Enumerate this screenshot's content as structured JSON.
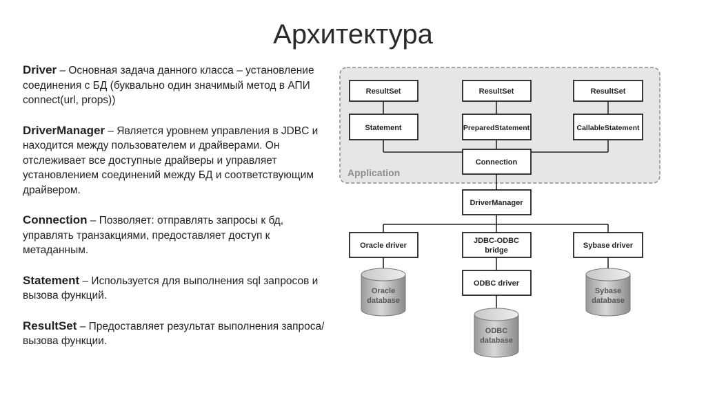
{
  "title": "Архитектура",
  "descriptions": [
    {
      "term": "Driver",
      "sep": " – ",
      "text": "Основная задача данного класса – установление соединения с БД (буквально один значимый метод в АПИ connect(url, props))"
    },
    {
      "term": "DriverManager",
      "sep": "  – ",
      "text": "Является уровнем управления в JDBC и находится между пользователем и драйверами. Он отслеживает все доступные драйверы и управляет установлением соединений между БД и соответствующим драйвером."
    },
    {
      "term": "Connection",
      "sep": " – ",
      "text": "Позволяет: отправлять запросы к бд, управлять транзакциями, предоставляет доступ к метаданным."
    },
    {
      "term": "Statement",
      "sep": " –  ",
      "text": "Используется для выполнения sql запросов и вызова функций."
    },
    {
      "term": "ResultSet",
      "sep": " – ",
      "text": "Предоставляет результат выполнения запроса/вызова функции."
    }
  ],
  "diagram": {
    "application_label": "Application",
    "resultsets": [
      "ResultSet",
      "ResultSet",
      "ResultSet"
    ],
    "statements": [
      "Statement",
      "PreparedStatement",
      "CallableStatement"
    ],
    "connection": "Connection",
    "driver_manager": "DriverManager",
    "drivers": {
      "oracle": "Oracle driver",
      "jdbc_odbc": [
        "JDBC-ODBC",
        "bridge"
      ],
      "sybase": "Sybase driver",
      "odbc": "ODBC driver"
    },
    "databases": {
      "oracle": [
        "Oracle",
        "database"
      ],
      "odbc": [
        "ODBC",
        "database"
      ],
      "sybase": [
        "Sybase",
        "database"
      ]
    }
  }
}
